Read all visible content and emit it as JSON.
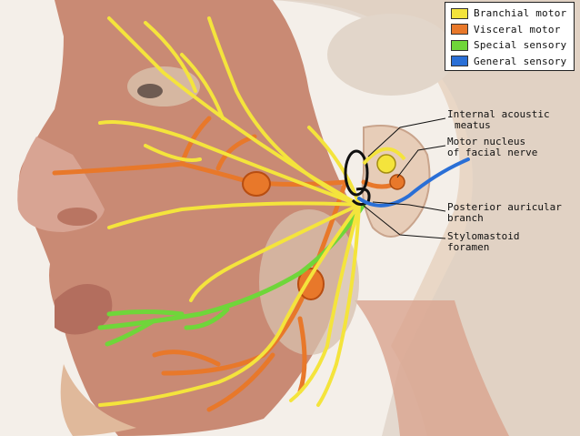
{
  "legend": {
    "items": [
      {
        "label": "Branchial motor",
        "color": "#f4e43c"
      },
      {
        "label": "Visceral motor",
        "color": "#e8782a"
      },
      {
        "label": "Special sensory",
        "color": "#6fd63a"
      },
      {
        "label": "General sensory",
        "color": "#2a6fd6"
      }
    ]
  },
  "labels": {
    "internal_acoustic_1": "Internal acoustic",
    "internal_acoustic_2": "meatus",
    "motor_nucleus_1": "Motor nucleus",
    "motor_nucleus_2": "of facial nerve",
    "posterior_auricular_1": "Posterior auricular",
    "posterior_auricular_2": "branch",
    "stylomastoid_1": "Stylomastoid",
    "stylomastoid_2": "foramen"
  },
  "colors": {
    "skin": "#e9c7a8",
    "muscle": "#c97a66",
    "background": "#f3efe8"
  }
}
